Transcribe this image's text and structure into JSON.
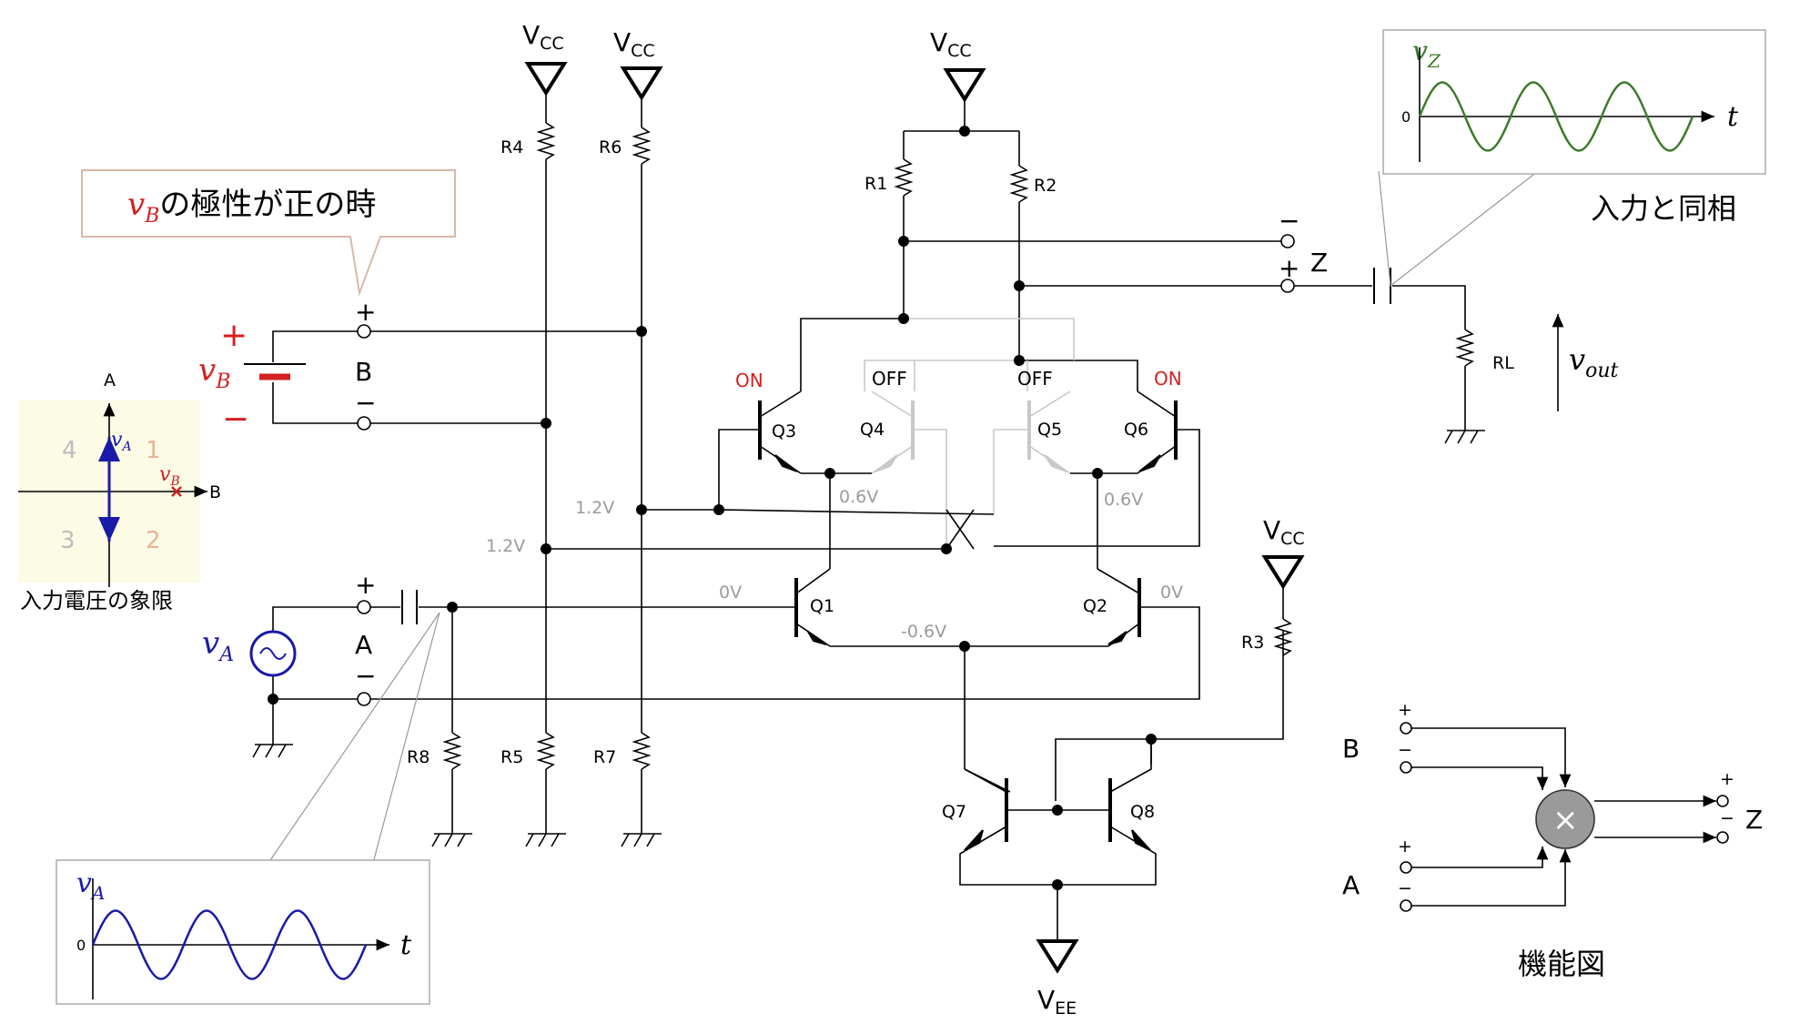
{
  "callout_b": {
    "var": "v",
    "sub": "B",
    "text": "の極性が正の時"
  },
  "callout_z": {
    "var": "v",
    "sub": "Z",
    "zero": "0",
    "t": "t",
    "caption": "入力と同相"
  },
  "callout_a": {
    "var": "v",
    "sub": "A",
    "zero": "0",
    "t": "t"
  },
  "supply": {
    "vcc": "V",
    "vcc_sub": "CC",
    "vee": "V",
    "vee_sub": "EE"
  },
  "resistors": {
    "r1": "R1",
    "r2": "R2",
    "r3": "R3",
    "r4": "R4",
    "r5": "R5",
    "r6": "R6",
    "r7": "R7",
    "r8": "R8",
    "rl": "RL"
  },
  "transistors": {
    "q1": "Q1",
    "q2": "Q2",
    "q3": "Q3",
    "q4": "Q4",
    "q5": "Q5",
    "q6": "Q6",
    "q7": "Q7",
    "q8": "Q8"
  },
  "states": {
    "q3": "ON",
    "q4": "OFF",
    "q5": "OFF",
    "q6": "ON"
  },
  "voltages": {
    "v12a": "1.2V",
    "v12b": "1.2V",
    "v06a": "0.6V",
    "v06b": "0.6V",
    "v0a": "0V",
    "v0b": "0V",
    "vm06": "-0.6V"
  },
  "terminals": {
    "plus": "+",
    "minus": "−",
    "b": "B",
    "a": "A",
    "z": "Z"
  },
  "source_b": {
    "var": "v",
    "sub": "B",
    "plus": "+",
    "minus": "−"
  },
  "source_a": {
    "var": "v",
    "sub": "A"
  },
  "output": {
    "var": "v",
    "sub": "out"
  },
  "quadrant": {
    "axis_a": "A",
    "axis_b": "B",
    "q1": "1",
    "q2": "2",
    "q3": "3",
    "q4": "4",
    "va": "v",
    "va_sub": "A",
    "vb": "v",
    "vb_sub": "B",
    "caption": "入力電圧の象限"
  },
  "function_diagram": {
    "b": "B",
    "a": "A",
    "z": "Z",
    "plus": "+",
    "minus": "−",
    "mult": "×",
    "caption": "機能図"
  },
  "colors": {
    "red": "#d42020",
    "blue": "#1a1aa8",
    "green": "#3d7a2a",
    "quad_bg": "#fbfbe6"
  }
}
